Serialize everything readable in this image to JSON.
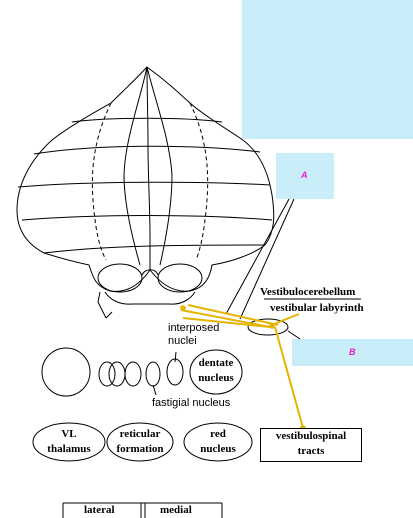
{
  "labels": {
    "A": "A",
    "B": "B",
    "vestibulocerebellum": "Vestibulocerebellum",
    "vestibular_labyrinth": "vestibular labyrinth",
    "interposed_nuclei_line1": "interposed",
    "interposed_nuclei_line2": "nuclei",
    "dentate_nucleus_line1": "dentate",
    "dentate_nucleus_line2": "nucleus",
    "fastigial_nucleus": "fastigial nucleus",
    "vl_thalamus_line1": "VL",
    "vl_thalamus_line2": "thalamus",
    "reticular_formation_line1": "reticular",
    "reticular_formation_line2": "formation",
    "red_nucleus_line1": "red",
    "red_nucleus_line2": "nucleus",
    "vestibulospinal_line1": "vestibulospinal",
    "vestibulospinal_line2": "tracts",
    "lateral": "lateral",
    "medial": "medial"
  },
  "colors": {
    "highlight_box": "#c9eefa",
    "label_text": "#e61ec8",
    "pathway": "#e6b400",
    "line": "#000000"
  }
}
